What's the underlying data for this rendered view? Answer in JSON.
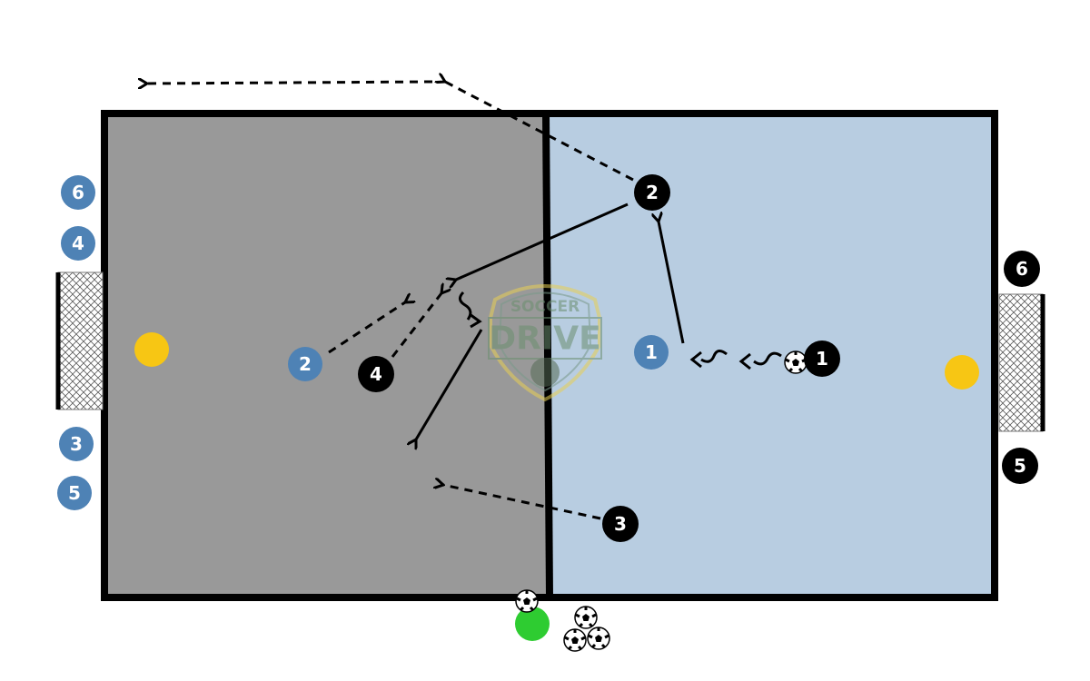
{
  "logo": {
    "top": "SOCCER",
    "main": "DRIVE"
  },
  "colors": {
    "left_half": "#999999",
    "right_half": "#b8cde1",
    "blue_team": "#4e82b5",
    "black_team": "#000000",
    "cone": "#f7c614",
    "coach": "#2ecc31"
  },
  "blue_players": {
    "p6": "6",
    "p4": "4",
    "p3": "3",
    "p5": "5",
    "p2": "2",
    "p1": "1"
  },
  "black_players": {
    "p2": "2",
    "p4": "4",
    "p3": "3",
    "p1": "1",
    "p6": "6",
    "p5": "5"
  }
}
